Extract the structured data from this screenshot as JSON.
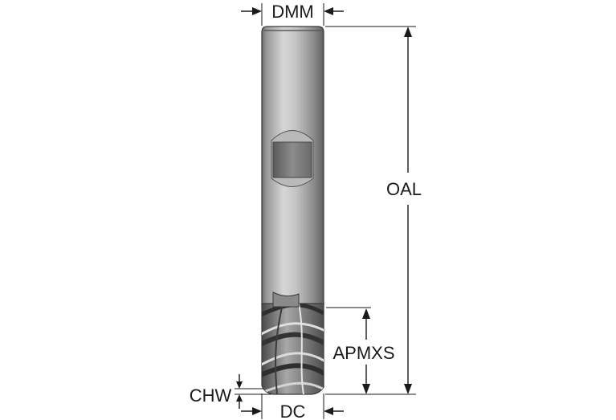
{
  "labels": {
    "shank_diameter": "DMM",
    "overall_length": "OAL",
    "max_depth_of_cut": "APMXS",
    "chamfer_width": "CHW",
    "cutting_diameter": "DC"
  }
}
